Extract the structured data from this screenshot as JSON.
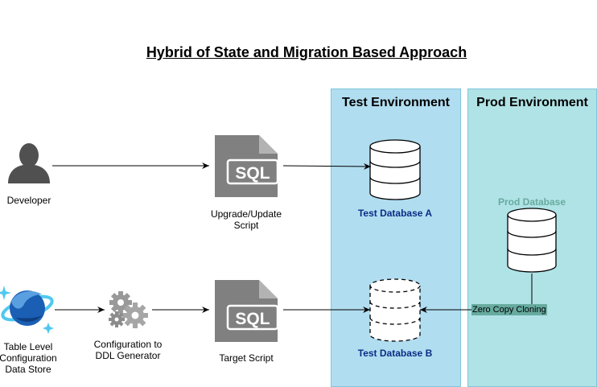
{
  "title": "Hybrid of State and Migration Based Approach",
  "environments": {
    "test": "Test Environment",
    "prod": "Prod Environment"
  },
  "nodes": {
    "developer": "Developer",
    "upgrade_script": [
      "Upgrade/Update",
      "Script"
    ],
    "target_script": "Target Script",
    "config_store": [
      "Table Level",
      "Configuration",
      "Data Store"
    ],
    "ddl_generator": [
      "Configuration to",
      "DDL Generator"
    ],
    "test_db_a": "Test Database A",
    "test_db_b": "Test Database B",
    "prod_db": "Prod Database"
  },
  "file_icon_text": "SQL",
  "edge_label": "Zero Copy Cloning",
  "colors": {
    "test_env": "#b1ddf0",
    "prod_env": "#b0e3e6",
    "db_label": "#0b2d86",
    "prod_label": "#67ab9f",
    "icon_gray": "#808080"
  },
  "icons": [
    "user-icon",
    "sql-file-icon",
    "database-icon",
    "gears-icon",
    "cosmos-db-icon"
  ]
}
